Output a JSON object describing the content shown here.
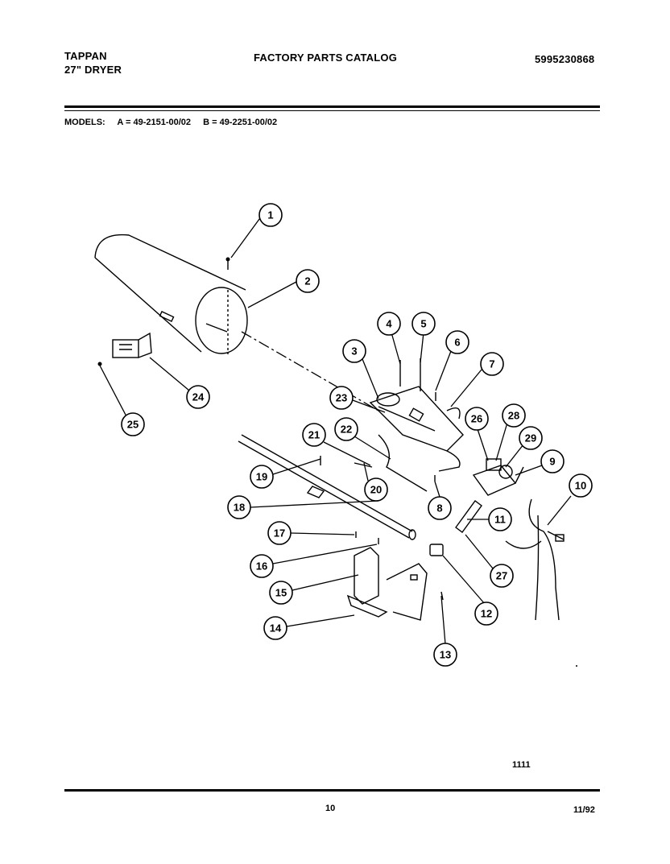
{
  "header": {
    "brand": "TAPPAN",
    "product": "27\" DRYER",
    "title": "FACTORY PARTS CATALOG",
    "catalog_number": "5995230868"
  },
  "models": {
    "label": "MODELS:",
    "a": "A = 49-2151-00/02",
    "b": "B = 49-2251-00/02"
  },
  "diagram": {
    "callouts": [
      "1",
      "2",
      "3",
      "4",
      "5",
      "6",
      "7",
      "8",
      "9",
      "10",
      "11",
      "12",
      "13",
      "14",
      "15",
      "16",
      "17",
      "18",
      "19",
      "20",
      "21",
      "22",
      "23",
      "24",
      "25",
      "26",
      "27",
      "28",
      "29"
    ],
    "drawing_code": "1111"
  },
  "footer": {
    "page": "10",
    "date": "11/92"
  }
}
